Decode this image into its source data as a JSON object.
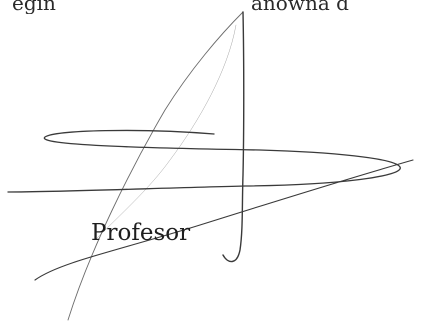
{
  "header_fragment": {
    "left_text": "egin",
    "right_text": "anowna d"
  },
  "signature": {
    "label": "Profesor",
    "ink_color": "#3a3a3a"
  }
}
